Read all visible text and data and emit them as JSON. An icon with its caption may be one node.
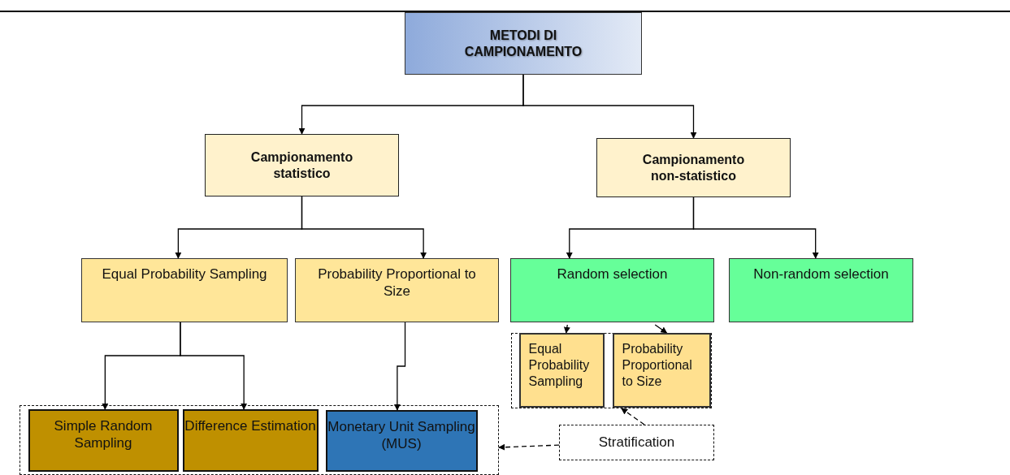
{
  "diagram": {
    "nodes": [
      {
        "text": [
          "METODI DI CAMPIONAMENTO"
        ]
      },
      {
        "text": [
          "Campionamento statistico"
        ]
      },
      {
        "text": [
          "Campionamento non-statistico"
        ]
      },
      {
        "text": [
          "Equal Probability Sampling"
        ]
      },
      {
        "text": [
          "Probability Proportional to Size"
        ]
      },
      {
        "text": [
          "Random selection"
        ]
      },
      {
        "text": [
          "Non-random selection"
        ]
      },
      {
        "text": [],
        "shape": "box"
      },
      {
        "text": [
          "Equal Probability Sampling"
        ],
        "in": 7
      },
      {
        "text": [
          "Probability Proportional to Size"
        ],
        "in": 7
      },
      {
        "text": [
          "Stratification"
        ]
      },
      {
        "text": [],
        "shape": "box"
      },
      {
        "text": [
          "Simple Random Sampling"
        ],
        "in": 11
      },
      {
        "text": [
          "Difference Estimation"
        ],
        "in": 11
      },
      {
        "text": [
          "Monetary Unit Sampling (MUS)"
        ],
        "in": 11
      }
    ],
    "edges": [
      {
        "from": 0,
        "to": 1,
        "arrow": "to"
      },
      {
        "from": 0,
        "to": 2,
        "arrow": "to"
      },
      {
        "from": 1,
        "to": 3,
        "arrow": "to"
      },
      {
        "from": 1,
        "to": 4,
        "arrow": "to"
      },
      {
        "from": 2,
        "to": 5,
        "arrow": "to"
      },
      {
        "from": 2,
        "to": 6,
        "arrow": "to"
      },
      {
        "from": 5,
        "to": 8,
        "arrow": "to"
      },
      {
        "from": 5,
        "to": 9,
        "arrow": "to"
      },
      {
        "from": 3,
        "to": 12,
        "arrow": "to"
      },
      {
        "from": 3,
        "to": 13,
        "arrow": "to"
      },
      {
        "from": 4,
        "to": 14,
        "arrow": "to"
      },
      {
        "from": 10,
        "to": 7,
        "arrow": "to",
        "style": "dashed"
      },
      {
        "from": 10,
        "to": 11,
        "arrow": "to",
        "style": "dashed"
      }
    ]
  }
}
